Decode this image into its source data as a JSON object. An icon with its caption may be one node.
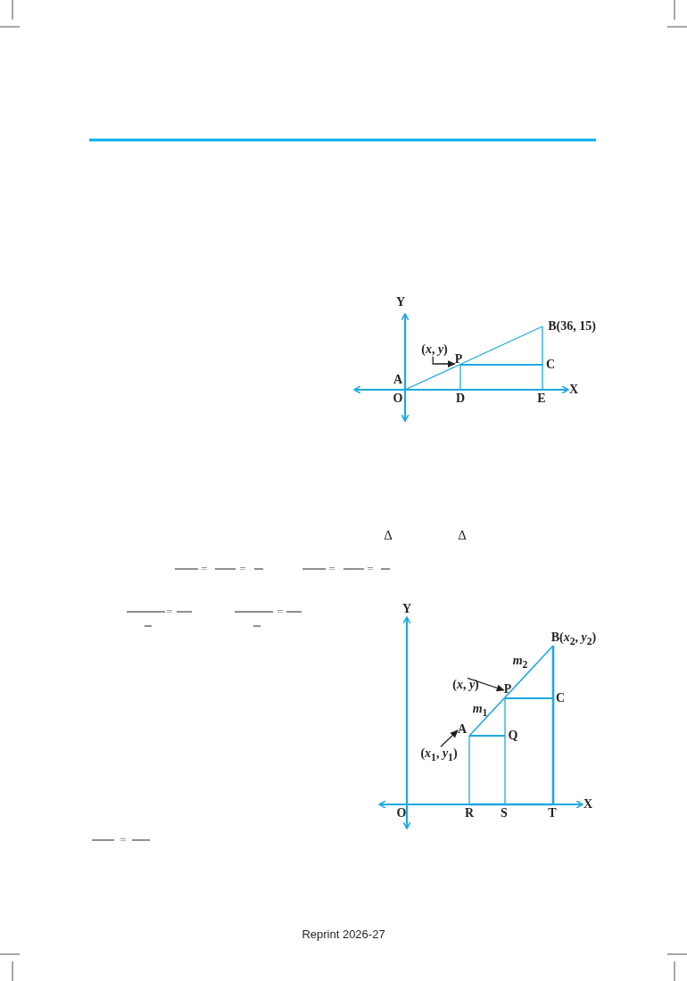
{
  "diagram": {
    "nodes": [
      {
        "text": [
          "(*x*, *y*)"
        ]
      },
      {
        "text": [
          "P"
        ]
      },
      {
        "text": [
          "(*x*, *y*)"
        ]
      },
      {
        "text": [
          "P"
        ]
      },
      {
        "text": [
          "(*x*$_{1}$, *y*$_{1}$)"
        ]
      },
      {
        "text": [
          "A"
        ]
      }
    ],
    "edges": [
      {
        "from": 0,
        "to": 1,
        "arrow": "to"
      },
      {
        "from": 2,
        "to": 3,
        "arrow": "to"
      },
      {
        "from": 4,
        "to": 5,
        "arrow": "to"
      }
    ],
    "labels": [
      "Y",
      "B(36, 15)",
      "C",
      "A",
      "O",
      "D",
      "E",
      "X",
      "Δ",
      "Δ",
      "=",
      "=",
      "=",
      "=",
      "=",
      "=",
      "Y",
      "B(*x*$_{2}$, *y*$_{2}$)",
      "*m*$_{2}$",
      "C",
      "*m*$_{1}$",
      "Q",
      "O",
      "R",
      "S",
      "T",
      "X",
      "=",
      "Reprint 2026-27"
    ]
  }
}
